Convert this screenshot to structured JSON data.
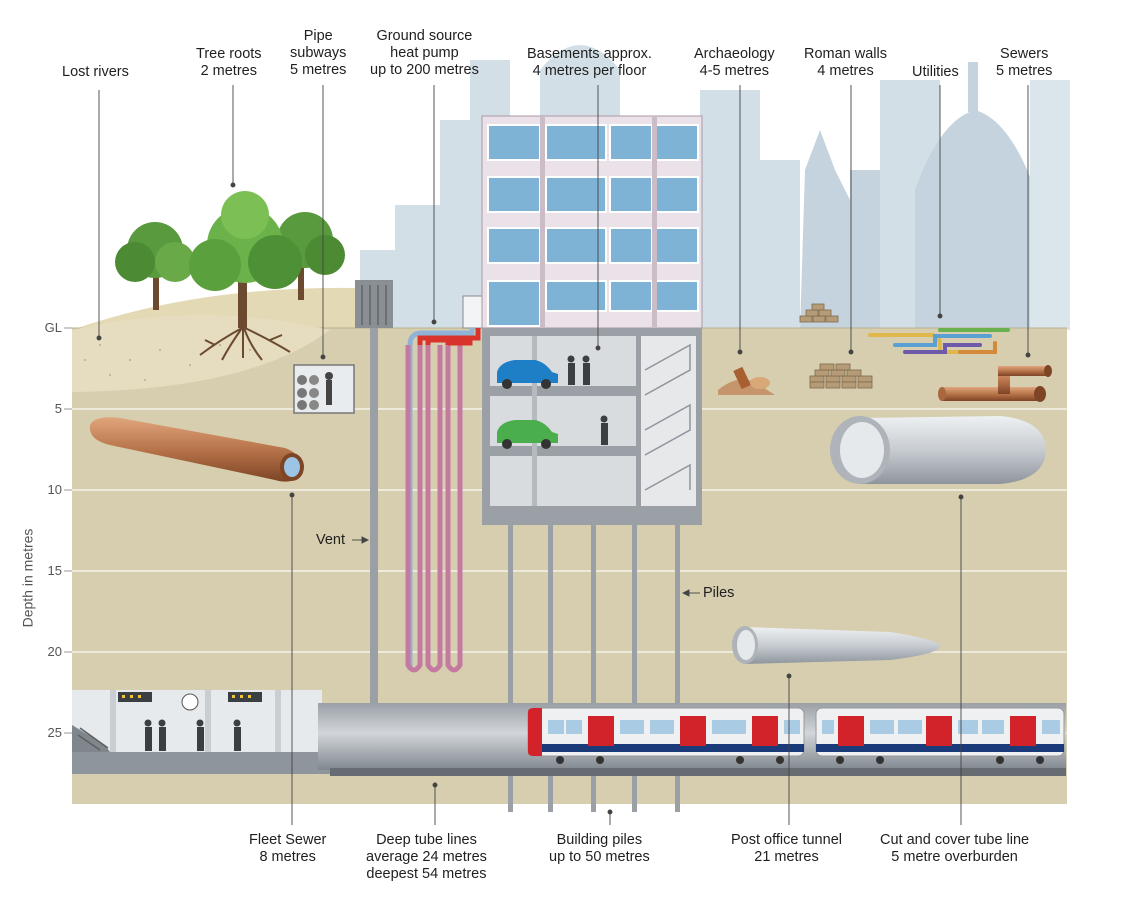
{
  "labels": {
    "lost_rivers": [
      "Lost rivers"
    ],
    "tree_roots": [
      "Tree roots",
      "2 metres"
    ],
    "pipe_subways": [
      "Pipe",
      "subways",
      "5 metres"
    ],
    "ground_source": [
      "Ground source",
      "heat pump",
      "up to 200 metres"
    ],
    "basements": [
      "Basements approx.",
      "4 metres per floor"
    ],
    "archaeology": [
      "Archaeology",
      "4-5 metres"
    ],
    "roman_walls": [
      "Roman walls",
      "4 metres"
    ],
    "utilities": [
      "Utilities"
    ],
    "sewers": [
      "Sewers",
      "5 metres"
    ],
    "vent": "Vent",
    "piles": "Piles",
    "fleet_sewer": [
      "Fleet Sewer",
      "8 metres"
    ],
    "deep_tube": [
      "Deep tube lines",
      "average  24 metres",
      "deepest 54 metres"
    ],
    "building_piles": [
      "Building piles",
      "up to  50 metres"
    ],
    "post_office": [
      "Post office tunnel",
      "21 metres"
    ],
    "cut_cover": [
      "Cut and cover tube line",
      "5 metre overburden"
    ]
  },
  "axis": {
    "title": "Depth in metres",
    "ticks": [
      "GL",
      "5",
      "10",
      "15",
      "20",
      "25"
    ]
  },
  "colors": {
    "soil": "#d6ceae",
    "skyline": "#cfdce4",
    "pipe_copper": "#b8744a",
    "tunnel_grey": "#c9ced3",
    "train_red": "#d2232a",
    "train_blue": "#1b3a7a",
    "tree_green": "#4f9a3a",
    "heat_pipe_red": "#d9342b",
    "heat_pipe_pink": "#c47aa0"
  }
}
